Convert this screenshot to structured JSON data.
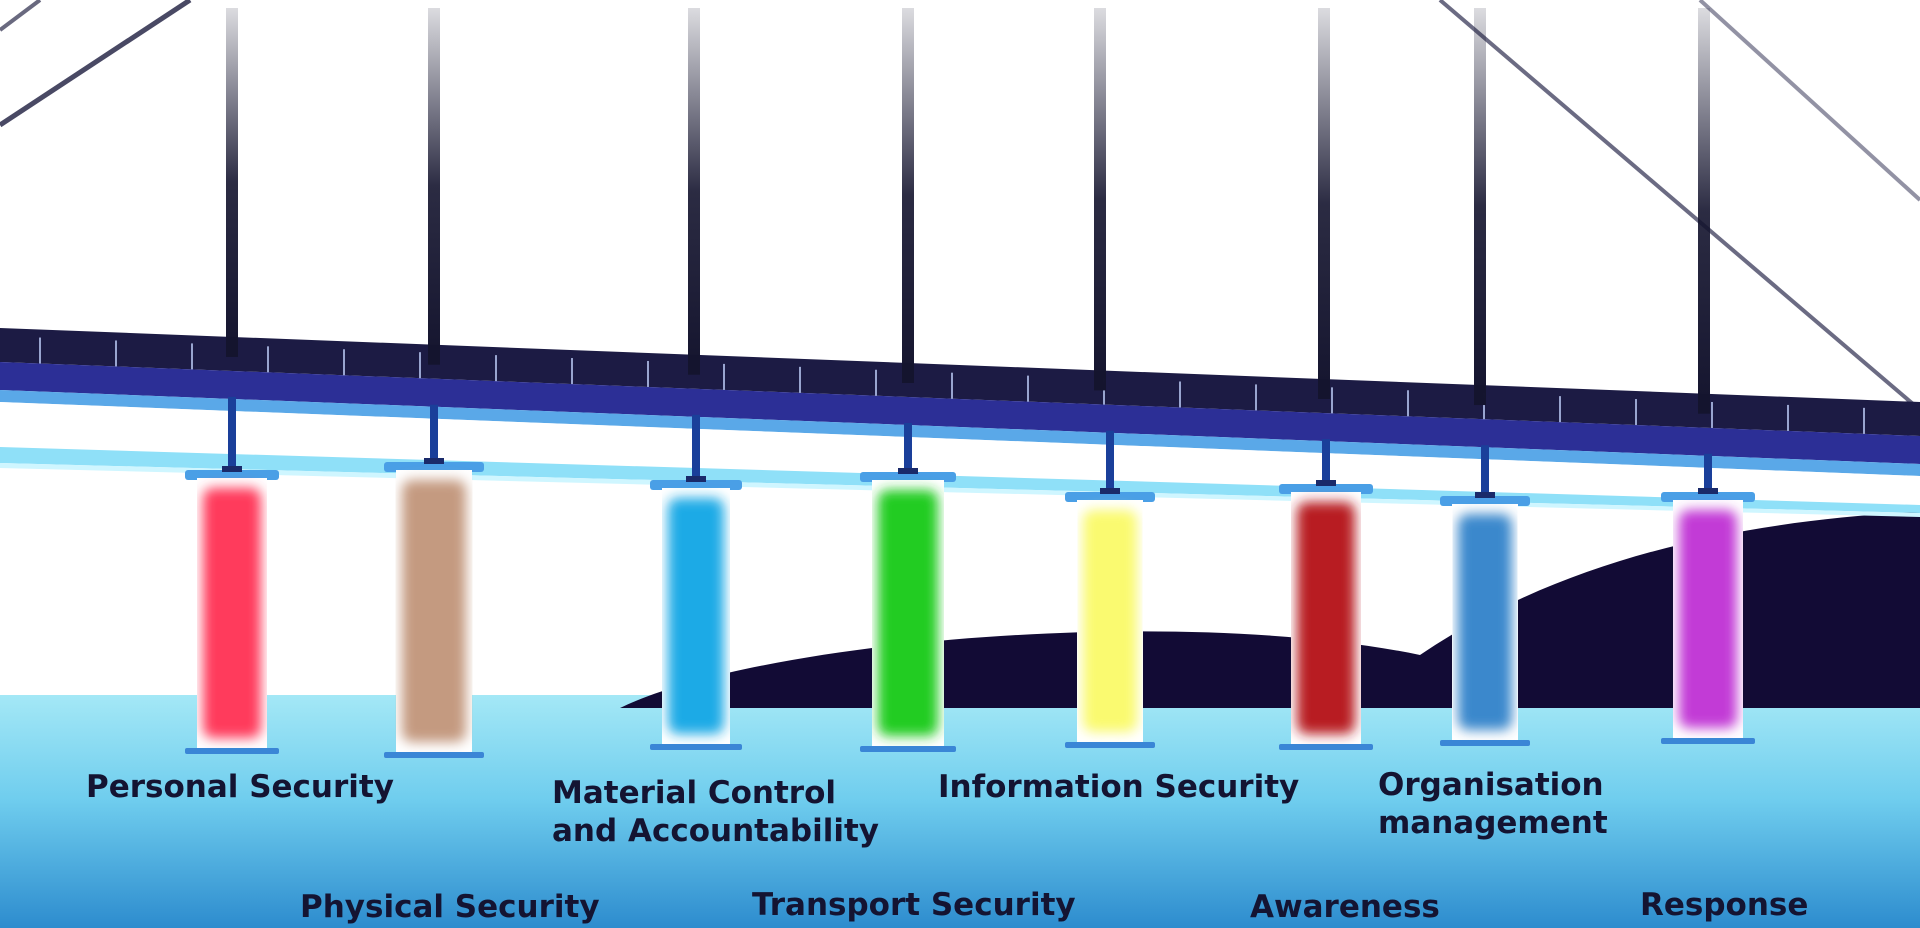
{
  "colors": {
    "deck_dark": "#17163a",
    "deck_band": "#2b2e9a",
    "deck_light": "#59b4ec",
    "hill": "#120b35",
    "ground_top": "#9fe6f5",
    "ground_bottom": "#2d8fce",
    "cable": "#14142e"
  },
  "pillars": [
    {
      "label": "Personal Security",
      "color": "#ff3b5c"
    },
    {
      "label": "Physical Security",
      "color": "#c49a80"
    },
    {
      "label": "Material Control\nand Accountability",
      "color": "#1aaae6"
    },
    {
      "label": "Transport Security",
      "color": "#22cc22"
    },
    {
      "label": "Information Security",
      "color": "#fafa70"
    },
    {
      "label": "Awareness",
      "color": "#b81c22"
    },
    {
      "label": "Organisation\nmanagement",
      "color": "#3a88cc"
    },
    {
      "label": "Response",
      "color": "#c23ad6"
    }
  ]
}
